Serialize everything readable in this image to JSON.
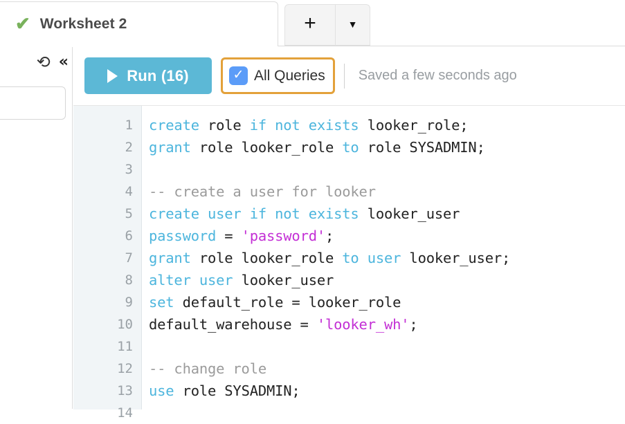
{
  "tabs": {
    "worksheet": {
      "label": "Worksheet 2",
      "check_icon": "✔",
      "status_color": "#79b25c"
    },
    "new_tab_label": "+",
    "new_tab_menu_label": "▼"
  },
  "left_panel": {
    "refresh_icon": "⟳",
    "collapse_icon": "«",
    "search_value": "",
    "search_placeholder": ""
  },
  "toolbar": {
    "run_label": "Run (16)",
    "run_color": "#5cb8d6",
    "all_queries_label": "All Queries",
    "all_queries_checked": true,
    "all_queries_check_glyph": "✓",
    "checkbox_color": "#5b9cf8",
    "highlight_color": "#e3a13a",
    "saved_text": "Saved a few seconds ago"
  },
  "editor": {
    "colors": {
      "keyword": "#4cb5dd",
      "string": "#c32fd5",
      "comment": "#9b9b9b",
      "plain": "#222222",
      "gutter_bg": "#f1f5f7",
      "line_number": "#9aa1a6"
    },
    "line_numbers": [
      "1",
      "2",
      "3",
      "4",
      "5",
      "6",
      "7",
      "8",
      "9",
      "10",
      "11",
      "12",
      "13",
      "14"
    ],
    "lines": [
      {
        "n": "1",
        "tokens": [
          {
            "t": "create",
            "c": "kw"
          },
          {
            "t": " role ",
            "c": "pln"
          },
          {
            "t": "if not exists",
            "c": "kw"
          },
          {
            "t": " looker_role;",
            "c": "pln"
          }
        ]
      },
      {
        "n": "2",
        "tokens": [
          {
            "t": "grant",
            "c": "kw"
          },
          {
            "t": " role looker_role ",
            "c": "pln"
          },
          {
            "t": "to",
            "c": "kw"
          },
          {
            "t": " role SYSADMIN;",
            "c": "pln"
          }
        ]
      },
      {
        "n": "3",
        "tokens": []
      },
      {
        "n": "4",
        "tokens": [
          {
            "t": "-- create a user for looker",
            "c": "cmt"
          }
        ]
      },
      {
        "n": "5",
        "tokens": [
          {
            "t": "create user if not exists",
            "c": "kw"
          },
          {
            "t": " looker_user",
            "c": "pln"
          }
        ]
      },
      {
        "n": "6",
        "tokens": [
          {
            "t": "password",
            "c": "kw"
          },
          {
            "t": " = ",
            "c": "pln"
          },
          {
            "t": "'password'",
            "c": "str"
          },
          {
            "t": ";",
            "c": "pln"
          }
        ]
      },
      {
        "n": "7",
        "tokens": [
          {
            "t": "grant",
            "c": "kw"
          },
          {
            "t": " role looker_role ",
            "c": "pln"
          },
          {
            "t": "to user",
            "c": "kw"
          },
          {
            "t": " looker_user;",
            "c": "pln"
          }
        ]
      },
      {
        "n": "8",
        "tokens": [
          {
            "t": "alter user",
            "c": "kw"
          },
          {
            "t": " looker_user",
            "c": "pln"
          }
        ]
      },
      {
        "n": "9",
        "tokens": [
          {
            "t": "set",
            "c": "kw"
          },
          {
            "t": " default_role = looker_role",
            "c": "pln"
          }
        ]
      },
      {
        "n": "10",
        "tokens": [
          {
            "t": "default_warehouse = ",
            "c": "pln"
          },
          {
            "t": "'looker_wh'",
            "c": "str"
          },
          {
            "t": ";",
            "c": "pln"
          }
        ]
      },
      {
        "n": "11",
        "tokens": []
      },
      {
        "n": "12",
        "tokens": [
          {
            "t": "-- change role",
            "c": "cmt"
          }
        ]
      },
      {
        "n": "13",
        "tokens": [
          {
            "t": "use",
            "c": "kw"
          },
          {
            "t": " role SYSADMIN;",
            "c": "pln"
          }
        ]
      },
      {
        "n": "14",
        "tokens": []
      }
    ]
  }
}
